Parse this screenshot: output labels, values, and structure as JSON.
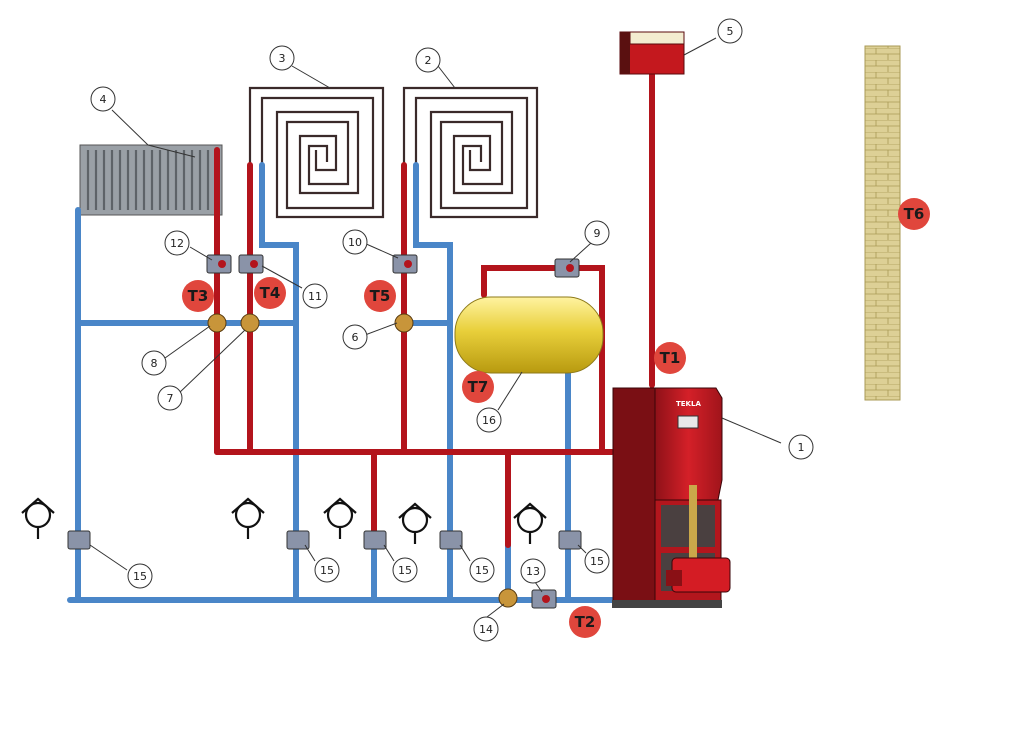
{
  "callouts": [
    {
      "id": "1",
      "text": "1"
    },
    {
      "id": "2",
      "text": "2"
    },
    {
      "id": "3",
      "text": "3"
    },
    {
      "id": "4",
      "text": "4"
    },
    {
      "id": "5",
      "text": "5"
    },
    {
      "id": "6",
      "text": "6"
    },
    {
      "id": "7",
      "text": "7"
    },
    {
      "id": "8",
      "text": "8"
    },
    {
      "id": "9",
      "text": "9"
    },
    {
      "id": "10",
      "text": "10"
    },
    {
      "id": "11",
      "text": "11"
    },
    {
      "id": "12",
      "text": "12"
    },
    {
      "id": "13",
      "text": "13"
    },
    {
      "id": "14",
      "text": "14"
    },
    {
      "id": "15a",
      "text": "15"
    },
    {
      "id": "15b",
      "text": "15"
    },
    {
      "id": "15c",
      "text": "15"
    },
    {
      "id": "15d",
      "text": "15"
    },
    {
      "id": "15e",
      "text": "15"
    },
    {
      "id": "16",
      "text": "16"
    }
  ],
  "sensors": [
    {
      "id": "T1",
      "text": "T1"
    },
    {
      "id": "T2",
      "text": "T2"
    },
    {
      "id": "T3",
      "text": "T3"
    },
    {
      "id": "T4",
      "text": "T4"
    },
    {
      "id": "T5",
      "text": "T5"
    },
    {
      "id": "T6",
      "text": "T6"
    },
    {
      "id": "T7",
      "text": "T7"
    }
  ],
  "boiler": {
    "brand": "TEKLA"
  },
  "colors": {
    "supply": "#b3141c",
    "return": "#4a86c8",
    "sensor": "#e0463c",
    "tank": "#e8cf3a",
    "wall": "#d8cc8c"
  }
}
